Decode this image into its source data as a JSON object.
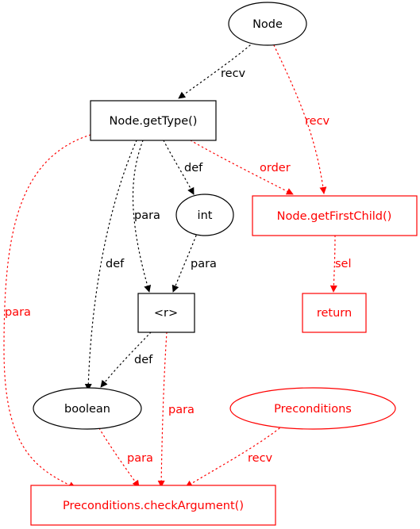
{
  "colors": {
    "black": "#000000",
    "red": "#ff0000",
    "background": "#ffffff"
  },
  "nodes": {
    "node": {
      "label": "Node",
      "shape": "ellipse",
      "color": "black"
    },
    "get_type": {
      "label": "Node.getType()",
      "shape": "box",
      "color": "black"
    },
    "int": {
      "label": "int",
      "shape": "ellipse",
      "color": "black"
    },
    "get_first_child": {
      "label": "Node.getFirstChild()",
      "shape": "box",
      "color": "red"
    },
    "r": {
      "label": "<r>",
      "shape": "box",
      "color": "black"
    },
    "return": {
      "label": "return",
      "shape": "box",
      "color": "red"
    },
    "boolean": {
      "label": "boolean",
      "shape": "ellipse",
      "color": "black"
    },
    "preconditions": {
      "label": "Preconditions",
      "shape": "ellipse",
      "color": "red"
    },
    "check_argument": {
      "label": "Preconditions.checkArgument()",
      "shape": "box",
      "color": "red"
    }
  },
  "edges": [
    {
      "from": "Node",
      "to": "Node.getType()",
      "label": "recv",
      "color": "black"
    },
    {
      "from": "Node",
      "to": "Node.getFirstChild()",
      "label": "recv",
      "color": "red"
    },
    {
      "from": "Node.getType()",
      "to": "int",
      "label": "def",
      "color": "black"
    },
    {
      "from": "Node.getType()",
      "to": "Node.getFirstChild()",
      "label": "order",
      "color": "red"
    },
    {
      "from": "Node.getType()",
      "to": "<r>",
      "label": "para",
      "color": "black"
    },
    {
      "from": "Node.getType()",
      "to": "boolean",
      "label": "def",
      "color": "black"
    },
    {
      "from": "Node.getType()",
      "to": "Preconditions.checkArgument()",
      "label": "para",
      "color": "red"
    },
    {
      "from": "int",
      "to": "<r>",
      "label": "para",
      "color": "black"
    },
    {
      "from": "Node.getFirstChild()",
      "to": "return",
      "label": "sel",
      "color": "red"
    },
    {
      "from": "<r>",
      "to": "boolean",
      "label": "def",
      "color": "black"
    },
    {
      "from": "<r>",
      "to": "Preconditions.checkArgument()",
      "label": "para",
      "color": "red"
    },
    {
      "from": "boolean",
      "to": "Preconditions.checkArgument()",
      "label": "para",
      "color": "red"
    },
    {
      "from": "Preconditions",
      "to": "Preconditions.checkArgument()",
      "label": "recv",
      "color": "red"
    }
  ]
}
